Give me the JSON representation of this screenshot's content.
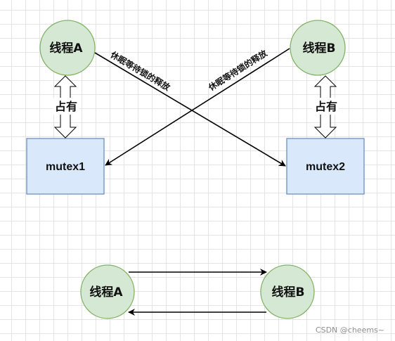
{
  "nodes": {
    "thread_a_top": "线程A",
    "thread_b_top": "线程B",
    "thread_a_bottom": "线程A",
    "thread_b_bottom": "线程B"
  },
  "resources": {
    "mutex1": "mutex1",
    "mutex2": "mutex2"
  },
  "labels": {
    "hold_left": "占有",
    "hold_right": "占有",
    "wait_a": "休眠等待锁的释放",
    "wait_b": "休眠等待锁的释放"
  },
  "watermark": "CSDN @cheems~",
  "colors": {
    "thread_fill": "#d5e8d4",
    "thread_stroke": "#82b366",
    "mutex_fill": "#dae8fc",
    "mutex_stroke": "#6c8ebf",
    "edge": "#000000"
  }
}
